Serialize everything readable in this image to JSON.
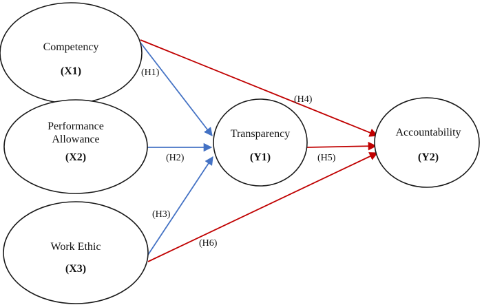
{
  "nodes": {
    "x1": {
      "name_lines": [
        "Competency"
      ],
      "code": "(X1)"
    },
    "x2": {
      "name_lines": [
        "Performance",
        "Allowance"
      ],
      "code": "(X2)"
    },
    "x3": {
      "name_lines": [
        "Work Ethic"
      ],
      "code": "(X3)"
    },
    "y1": {
      "name_lines": [
        "Transparency"
      ],
      "code": "(Y1)"
    },
    "y2": {
      "name_lines": [
        "Accountability"
      ],
      "code": "(Y2)"
    }
  },
  "hypotheses": {
    "h1": "(H1)",
    "h2": "(H2)",
    "h3": "(H3)",
    "h4": "(H4)",
    "h5": "(H5)",
    "h6": "(H6)"
  },
  "colors": {
    "blue_arrow": "#4472c4",
    "red_arrow": "#c00000",
    "ellipse_stroke": "#1a1a1a"
  }
}
